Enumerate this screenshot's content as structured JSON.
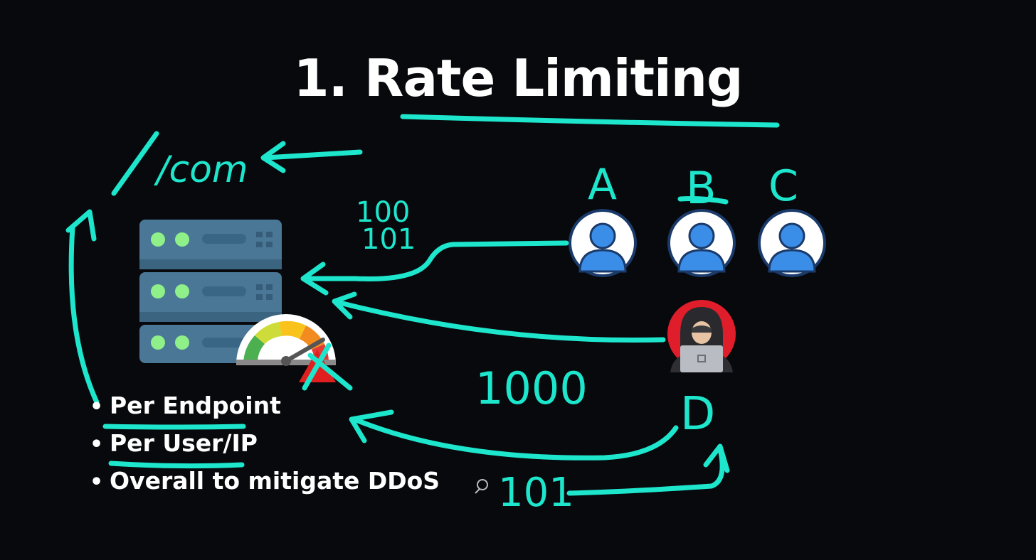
{
  "title": "1. Rate Limiting",
  "bullets": [
    "Per Endpoint",
    "Per User/IP",
    "Overall to mitigate DDoS"
  ],
  "annotations": {
    "endpoint": "/com",
    "limit_upper": "100",
    "limit_lower": "101",
    "attack_count": "1000",
    "attacker_count": "101"
  },
  "users": [
    {
      "label": "A"
    },
    {
      "label": "B"
    },
    {
      "label": "C"
    },
    {
      "label": "D"
    }
  ],
  "colors": {
    "background": "#08090c",
    "annotation": "#1de6cc",
    "server": "#3f6f8f",
    "user_icon": "#3b8ee8",
    "attacker": "#e01e2b"
  },
  "icons": [
    "server-icon",
    "speedometer-icon",
    "user-icon",
    "hacker-icon",
    "link-icon"
  ]
}
